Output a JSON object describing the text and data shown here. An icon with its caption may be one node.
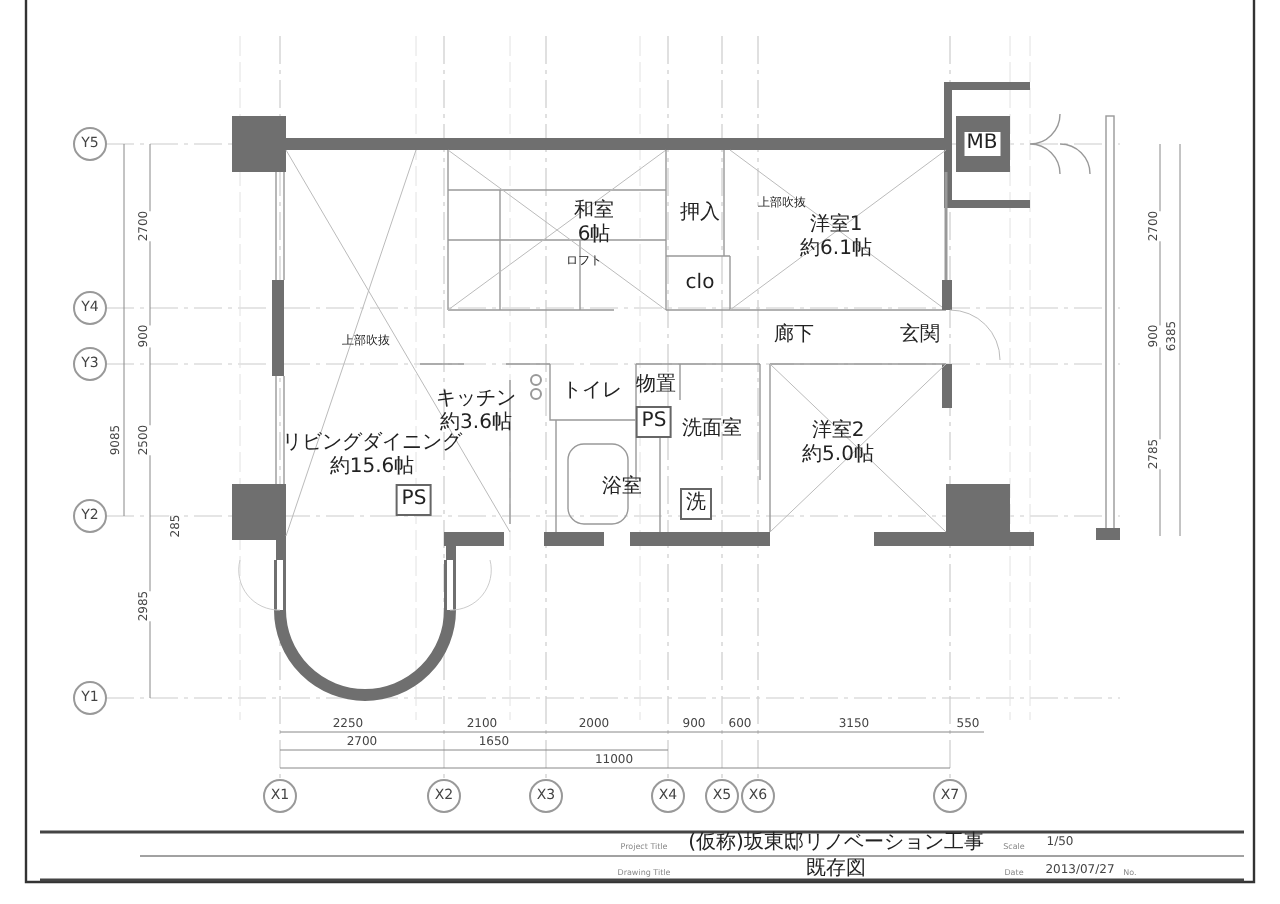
{
  "diagram": {
    "nodes": [
      {
        "text": [
          "和室",
          "6帖"
        ]
      },
      {
        "text": [
          "ロフト"
        ]
      },
      {
        "text": [
          "押入"
        ]
      },
      {
        "text": [
          "上部吹抜"
        ]
      },
      {
        "text": [
          "洋室1",
          "約6.1帖"
        ]
      },
      {
        "text": [
          "clo"
        ]
      },
      {
        "text": [
          "廊下"
        ]
      },
      {
        "text": [
          "玄関"
        ]
      },
      {
        "text": [
          "上部吹抜"
        ]
      },
      {
        "text": [
          "リビングダイニング",
          "約15.6帖"
        ]
      },
      {
        "text": [
          "キッチン",
          "約3.6帖"
        ]
      },
      {
        "text": [
          "トイレ"
        ]
      },
      {
        "text": [
          "物置"
        ]
      },
      {
        "text": [
          "PS"
        ]
      },
      {
        "text": [
          "洗面室"
        ]
      },
      {
        "text": [
          "洋室2",
          "約5.0帖"
        ]
      },
      {
        "text": [
          "浴室"
        ]
      },
      {
        "text": [
          "PS"
        ]
      },
      {
        "text": [
          "洗"
        ]
      },
      {
        "text": [
          "MB"
        ]
      }
    ],
    "labels": [
      "Y5",
      "Y4",
      "Y3",
      "Y2",
      "Y1",
      "2700",
      "900",
      "9085",
      "2500",
      "285",
      "2985",
      "2700",
      "900",
      "6385",
      "2785",
      "2250",
      "2100",
      "2000",
      "900",
      "600",
      "3150",
      "550",
      "2700",
      "1650",
      "11000",
      "X1",
      "X2",
      "X3",
      "X4",
      "X5",
      "X6",
      "X7",
      "Project Title",
      "(仮称)坂東邸リノベーション工事",
      "Scale",
      "1/50",
      "Drawing Title",
      "既存図",
      "Date",
      "2013/07/27",
      "No."
    ]
  }
}
